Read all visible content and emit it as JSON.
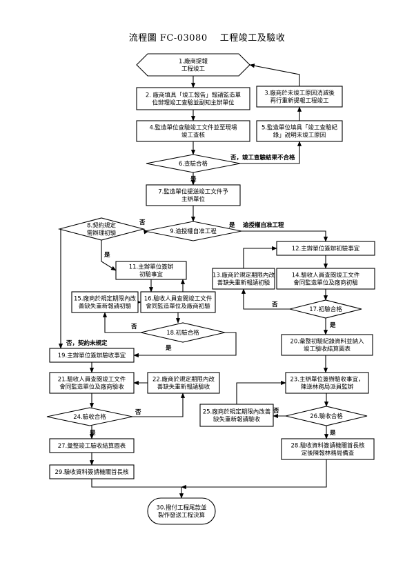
{
  "title": "流程圖 FC-03080　 工程竣工及驗收",
  "nodes": {
    "n1": [
      "1.廠商提報",
      "工程竣工"
    ],
    "n2": [
      "2. 廠商填具「竣工報告」報請監造單",
      "位辦理竣工查驗並副知主辦單位"
    ],
    "n3": [
      "3.廠商於未竣工原因消滅後",
      "再行重新提報工程竣工"
    ],
    "n4": [
      "4.監造單位查驗竣工文件並至現場",
      "竣工查核"
    ],
    "n5": [
      "5.監造單位填具「竣工查驗紀",
      "錄」說明未竣工原因"
    ],
    "n6": [
      "6.查驗合格"
    ],
    "n7": [
      "7.監造單位提送竣工文件予",
      "主辦單位"
    ],
    "n8": [
      "8.契約規定",
      "需辦理初驗"
    ],
    "n9": [
      "9.逾授權自准工程"
    ],
    "n11": [
      "11.主辦單位簽辦",
      "初驗事宜"
    ],
    "n12": [
      "12.主辦單位簽辦初驗事宜"
    ],
    "n13": [
      "13.廠商於規定期限內改",
      "善缺失重新報請初驗"
    ],
    "n14": [
      "14.驗收人員查閱竣工文件",
      "會同監造單位及廠商初驗"
    ],
    "n15": [
      "15.廠商於規定期限內改",
      "善缺失重新報請初驗"
    ],
    "n16": [
      "16.驗收人員查閱竣工文件",
      "會同監造單位及廠商初驗"
    ],
    "n17": [
      "17.初驗合格"
    ],
    "n18": [
      "18.初驗合格"
    ],
    "n19": [
      "19.主辦單位簽辦驗收事宜"
    ],
    "n20": [
      "20.彙整初驗紀錄資料並納入",
      "竣工驗收結算圖表"
    ],
    "n21": [
      "21.驗收人員查閱竣工文件",
      "會同監造單位及廠商驗收"
    ],
    "n22": [
      "22.廠商於規定期限內改",
      "善缺失重新報請驗收"
    ],
    "n23": [
      "23.主辦單位簽辦驗收事宜，",
      "陳送林務局派員監辦"
    ],
    "n24": [
      "24.驗收合格"
    ],
    "n25": [
      "25.廠商於規定期限內改善",
      "缺失重新報請驗收"
    ],
    "n26": [
      "26.驗收合格"
    ],
    "n27": [
      "27.彙整竣工驗收結算圖表"
    ],
    "n28": [
      "28.驗收資料簽請機關首長核",
      "定後陳報林務局備查"
    ],
    "n29": [
      "29.驗收資料簽請機關首長核"
    ],
    "n30": [
      "30.撥付工程尾款並",
      "製作發送工程決算"
    ]
  },
  "edge_labels": {
    "e6_no": "否，竣工查驗結果不合格",
    "e6_yes": "是",
    "e9_no": "否",
    "e9_yes": "是",
    "e9_yes_note": "逾授權自准工程",
    "e8_yes": "是",
    "e8_no": "否，契約未規定",
    "e17_no": "否",
    "e17_yes": "是",
    "e18_no": "否",
    "e18_yes": "是",
    "e24_no": "否",
    "e24_yes": "是",
    "e26_no": "否",
    "e26_yes": "是"
  }
}
